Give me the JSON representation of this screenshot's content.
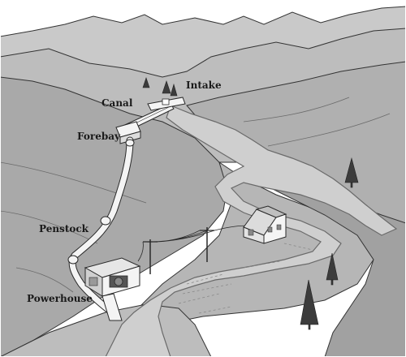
{
  "labels": {
    "intake": "Intake",
    "canal": "Canal",
    "forebay": "Forebay",
    "penstock": "Penstock",
    "powerhouse": "Powerhouse"
  },
  "colors": {
    "sky": "#ffffff",
    "far_hills": "#c9c9c9",
    "mid_hills": "#b3b3b3",
    "near_ground": "#a4a4a4",
    "river": "#cfcfcf",
    "river_edge": "#7a7a7a",
    "structures": "#f4f4f4",
    "outline": "#2a2a2a",
    "trees": "#3c3c3c"
  }
}
